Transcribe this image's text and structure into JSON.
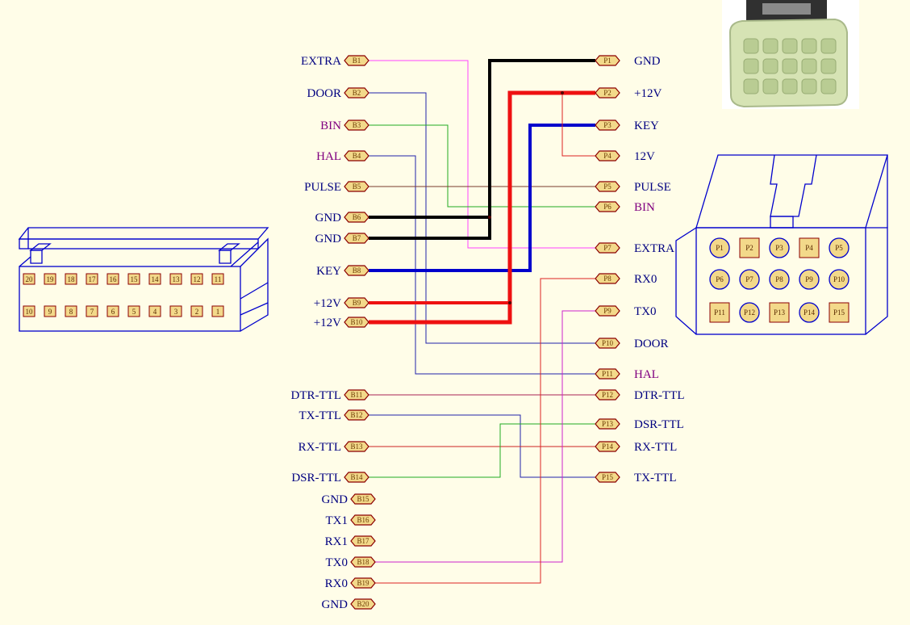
{
  "colors": {
    "background": "#fffde8",
    "pin_fill": "#f3d98a",
    "pin_stroke": "#8b0000",
    "connector_blue": "#0000cc",
    "label_dark": "#000080",
    "label_purple": "#800080"
  },
  "left_pins": [
    {
      "pin": "B1",
      "label": "EXTRA",
      "label_color": "#000080"
    },
    {
      "pin": "B2",
      "label": "DOOR",
      "label_color": "#000080"
    },
    {
      "pin": "B3",
      "label": "BIN",
      "label_color": "#800080"
    },
    {
      "pin": "B4",
      "label": "HAL",
      "label_color": "#800080"
    },
    {
      "pin": "B5",
      "label": "PULSE",
      "label_color": "#000080"
    },
    {
      "pin": "B6",
      "label": "GND",
      "label_color": "#000080"
    },
    {
      "pin": "B7",
      "label": "GND",
      "label_color": "#000080"
    },
    {
      "pin": "B8",
      "label": "KEY",
      "label_color": "#000080"
    },
    {
      "pin": "B9",
      "label": "+12V",
      "label_color": "#000080"
    },
    {
      "pin": "B10",
      "label": "+12V",
      "label_color": "#000080"
    },
    {
      "pin": "B11",
      "label": "DTR-TTL",
      "label_color": "#000080"
    },
    {
      "pin": "B12",
      "label": "TX-TTL",
      "label_color": "#000080"
    },
    {
      "pin": "B13",
      "label": "RX-TTL",
      "label_color": "#000080"
    },
    {
      "pin": "B14",
      "label": "DSR-TTL",
      "label_color": "#000080"
    },
    {
      "pin": "B15",
      "label": "GND",
      "label_color": "#000080"
    },
    {
      "pin": "B16",
      "label": "TX1",
      "label_color": "#000080"
    },
    {
      "pin": "B17",
      "label": "RX1",
      "label_color": "#000080"
    },
    {
      "pin": "B18",
      "label": "TX0",
      "label_color": "#000080"
    },
    {
      "pin": "B19",
      "label": "RX0",
      "label_color": "#000080"
    },
    {
      "pin": "B20",
      "label": "GND",
      "label_color": "#000080"
    }
  ],
  "right_pins": [
    {
      "pin": "P1",
      "label": "GND",
      "label_color": "#000080"
    },
    {
      "pin": "P2",
      "label": "+12V",
      "label_color": "#000080"
    },
    {
      "pin": "P3",
      "label": "KEY",
      "label_color": "#000080"
    },
    {
      "pin": "P4",
      "label": "12V",
      "label_color": "#000080"
    },
    {
      "pin": "P5",
      "label": "PULSE",
      "label_color": "#000080"
    },
    {
      "pin": "P6",
      "label": "BIN",
      "label_color": "#800080"
    },
    {
      "pin": "P7",
      "label": "EXTRA",
      "label_color": "#000080"
    },
    {
      "pin": "P8",
      "label": "RX0",
      "label_color": "#000080"
    },
    {
      "pin": "P9",
      "label": "TX0",
      "label_color": "#000080"
    },
    {
      "pin": "P10",
      "label": "DOOR",
      "label_color": "#000080"
    },
    {
      "pin": "P11",
      "label": "HAL",
      "label_color": "#800080"
    },
    {
      "pin": "P12",
      "label": "DTR-TTL",
      "label_color": "#000080"
    },
    {
      "pin": "P13",
      "label": "DSR-TTL",
      "label_color": "#000080"
    },
    {
      "pin": "P14",
      "label": "RX-TTL",
      "label_color": "#000080"
    },
    {
      "pin": "P15",
      "label": "TX-TTL",
      "label_color": "#000080"
    }
  ],
  "wires": [
    {
      "from": "B1",
      "to": "P7",
      "color": "#ff44ff",
      "width": 1
    },
    {
      "from": "B2",
      "to": "P10",
      "color": "#2222aa",
      "width": 1
    },
    {
      "from": "B3",
      "to": "P6",
      "color": "#22aa22",
      "width": 1
    },
    {
      "from": "B4",
      "to": "P11",
      "color": "#2222aa",
      "width": 1
    },
    {
      "from": "B5",
      "to": "P5",
      "color": "#7a3b2e",
      "width": 1
    },
    {
      "from": "B6",
      "to": "P1",
      "color": "#000000",
      "width": 4
    },
    {
      "from": "B7",
      "to": "P1",
      "color": "#000000",
      "width": 4
    },
    {
      "from": "B8",
      "to": "P3",
      "color": "#0000cc",
      "width": 4
    },
    {
      "from": "B9",
      "to": "P2",
      "color": "#ee1111",
      "width": 4
    },
    {
      "from": "B10",
      "to": "P2",
      "color": "#ee1111",
      "width": 5
    },
    {
      "from": "P2",
      "to": "P4",
      "color": "#dd2222",
      "width": 1
    },
    {
      "from": "B11",
      "to": "P12",
      "color": "#aa2255",
      "width": 1
    },
    {
      "from": "B12",
      "to": "P15",
      "color": "#2222aa",
      "width": 1
    },
    {
      "from": "B13",
      "to": "P14",
      "color": "#cc2222",
      "width": 1
    },
    {
      "from": "B14",
      "to": "P13",
      "color": "#22aa22",
      "width": 1
    },
    {
      "from": "B18",
      "to": "P9",
      "color": "#cc22cc",
      "width": 1
    },
    {
      "from": "B19",
      "to": "P8",
      "color": "#dd2222",
      "width": 1
    }
  ],
  "idc_connector": {
    "top_row": [
      "20",
      "19",
      "18",
      "17",
      "16",
      "15",
      "14",
      "13",
      "12",
      "11"
    ],
    "bottom_row": [
      "10",
      "9",
      "8",
      "7",
      "6",
      "5",
      "4",
      "3",
      "2",
      "1"
    ]
  },
  "molex_connector": {
    "rows": [
      [
        {
          "label": "P1",
          "shape": "circle"
        },
        {
          "label": "P2",
          "shape": "square"
        },
        {
          "label": "P3",
          "shape": "circle"
        },
        {
          "label": "P4",
          "shape": "square"
        },
        {
          "label": "P5",
          "shape": "circle"
        }
      ],
      [
        {
          "label": "P6",
          "shape": "circle"
        },
        {
          "label": "P7",
          "shape": "circle"
        },
        {
          "label": "P8",
          "shape": "circle"
        },
        {
          "label": "P9",
          "shape": "circle"
        },
        {
          "label": "P10",
          "shape": "circle"
        }
      ],
      [
        {
          "label": "P11",
          "shape": "square"
        },
        {
          "label": "P12",
          "shape": "circle"
        },
        {
          "label": "P13",
          "shape": "square"
        },
        {
          "label": "P14",
          "shape": "circle"
        },
        {
          "label": "P15",
          "shape": "square"
        }
      ]
    ]
  }
}
